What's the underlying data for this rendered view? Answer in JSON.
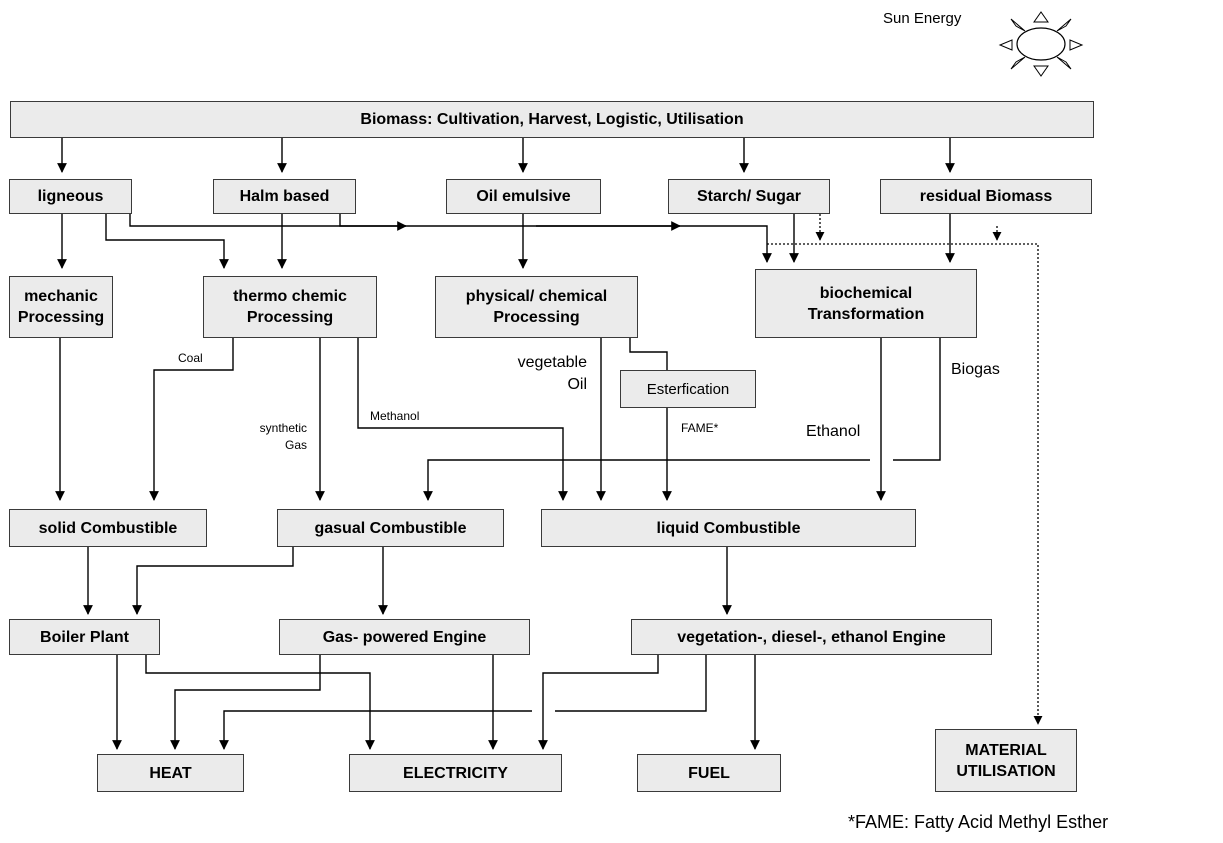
{
  "sun": {
    "label": "Sun Energy",
    "icon": "sun-icon"
  },
  "top": {
    "label": "Biomass: Cultivation, Harvest, Logistic, Utilisation"
  },
  "sources": {
    "ligneous": "ligneous",
    "halm": "Halm based",
    "oil": "Oil emulsive",
    "starch": "Starch/ Sugar",
    "residual": "residual Biomass"
  },
  "processing": {
    "mechanic": "mechanic\nProcessing",
    "thermo": "thermo chemic\nProcessing",
    "physical": "physical/ chemical\nProcessing",
    "biochem": "biochemical\nTransformation",
    "ester": "Esterfication"
  },
  "flows": {
    "coal": "Coal",
    "synthetic_gas": "synthetic\nGas",
    "methanol": "Methanol",
    "veg_oil": "vegetable\nOil",
    "fame": "FAME*",
    "ethanol": "Ethanol",
    "biogas": "Biogas"
  },
  "combustibles": {
    "solid": "solid Combustible",
    "gasual": "gasual Combustible",
    "liquid": "liquid Combustible"
  },
  "engines": {
    "boiler": "Boiler Plant",
    "gas": "Gas- powered Engine",
    "veg": "vegetation-, diesel-, ethanol Engine"
  },
  "outputs": {
    "heat": "HEAT",
    "electricity": "ELECTRICITY",
    "fuel": "FUEL",
    "material": "MATERIAL\nUTILISATION"
  },
  "footnote": "*FAME: Fatty Acid Methyl Esther"
}
